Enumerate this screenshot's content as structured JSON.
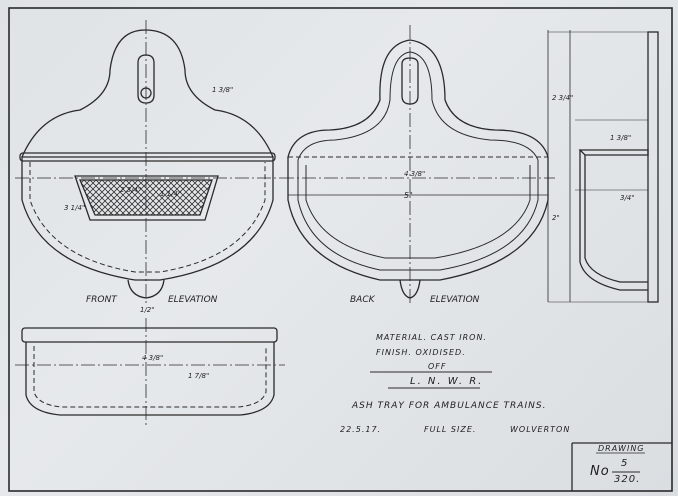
{
  "views": {
    "front_label": "FRONT",
    "front_label2": "ELEVATION",
    "back_label": "BACK",
    "back_label2": "ELEVATION"
  },
  "dims": {
    "front_top": "1 3/8\"",
    "front_basket_w": "2 3/4\"",
    "front_basket_h": "1 1/4\"",
    "front_side": "3 1/4\"",
    "front_bottom": "1/2\"",
    "back_width": "5\"",
    "back_inner": "4 3/8\"",
    "side_total": "2 3/4\"",
    "side_mid": "2\"",
    "side_depth": "1 3/8\"",
    "side_lip": "3/4\"",
    "plan_width": "4 3/8\"",
    "plan_depth": "1 7/8\""
  },
  "notes": {
    "material": "MATERIAL. CAST IRON.",
    "finish": "FINISH. OXIDISED.",
    "off": "OFF",
    "company": "L. N. W. R.",
    "title": "ASH TRAY FOR AMBULANCE TRAINS.",
    "date": "22.5.17.",
    "scale": "FULL SIZE.",
    "works": "WOLVERTON"
  },
  "drawing_box": {
    "label": "DRAWING",
    "no": "No",
    "number_top": "5",
    "number_bottom": "320."
  }
}
